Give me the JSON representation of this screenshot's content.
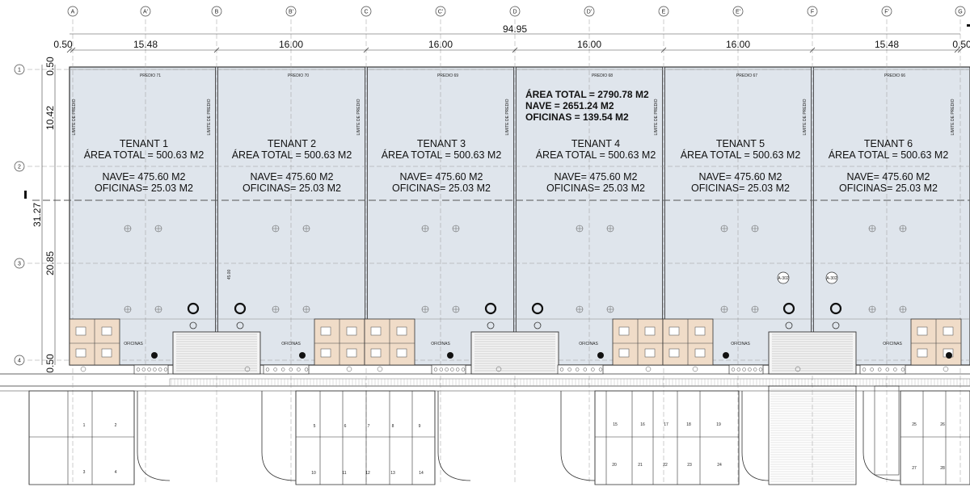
{
  "grid_columns": [
    "A",
    "A'",
    "B",
    "B'",
    "C",
    "C'",
    "D",
    "D'",
    "E",
    "E'",
    "F",
    "F'",
    "G"
  ],
  "grid_rows": [
    "1",
    "2",
    "3",
    "4"
  ],
  "overall_width": "94.95",
  "column_dims": [
    "0.50",
    "15.48",
    "16.00",
    "16.00",
    "16.00",
    "16.00",
    "15.48",
    "0.50"
  ],
  "row_dims": [
    "0.50",
    "10.42",
    "20.85",
    "0.50"
  ],
  "side_dim": "31.27",
  "inner_dim": "45.00",
  "predio_labels": [
    "PREDIO 71",
    "PREDIO 70",
    "PREDIO 69",
    "PREDIO 68",
    "PREDIO 67",
    "PREDIO 66"
  ],
  "limite_label": "LIMITE DE PREDIO",
  "oficinas_label": "OFICINAS",
  "summary": {
    "line1": "ÁREA TOTAL = 2790.78 M2",
    "line2": "NAVE = 2651.24 M2",
    "line3": "OFICINAS = 139.54 M2"
  },
  "tenants": [
    {
      "name": "TENANT 1",
      "area": "ÁREA TOTAL = 500.63 M2",
      "nave": "NAVE= 475.60 M2",
      "oficinas": "OFICINAS= 25.03 M2"
    },
    {
      "name": "TENANT 2",
      "area": "ÁREA TOTAL = 500.63 M2",
      "nave": "NAVE= 475.60 M2",
      "oficinas": "OFICINAS= 25.03 M2"
    },
    {
      "name": "TENANT 3",
      "area": "ÁREA TOTAL = 500.63 M2",
      "nave": "NAVE= 475.60 M2",
      "oficinas": "OFICINAS= 25.03 M2"
    },
    {
      "name": "TENANT 4",
      "area": "ÁREA TOTAL = 500.63 M2",
      "nave": "NAVE= 475.60 M2",
      "oficinas": "OFICINAS= 25.03 M2"
    },
    {
      "name": "TENANT 5",
      "area": "ÁREA TOTAL = 500.63 M2",
      "nave": "NAVE= 475.60 M2",
      "oficinas": "OFICINAS= 25.03 M2"
    },
    {
      "name": "TENANT 6",
      "area": "ÁREA TOTAL = 500.63 M2",
      "nave": "NAVE= 475.60 M2",
      "oficinas": "OFICINAS= 25.03 M2"
    }
  ],
  "section_tag": "A-302",
  "parking_numbers": [
    "1",
    "2",
    "3",
    "4",
    "5",
    "6",
    "7",
    "8",
    "9",
    "10",
    "11",
    "12",
    "13",
    "14",
    "15",
    "16",
    "17",
    "18",
    "19",
    "20",
    "21",
    "22",
    "23",
    "24",
    "25",
    "26",
    "27",
    "28"
  ],
  "colors": {
    "nave_fill": "#dfe5ec",
    "office_fill": "#f0dcc8",
    "line": "#333333"
  }
}
